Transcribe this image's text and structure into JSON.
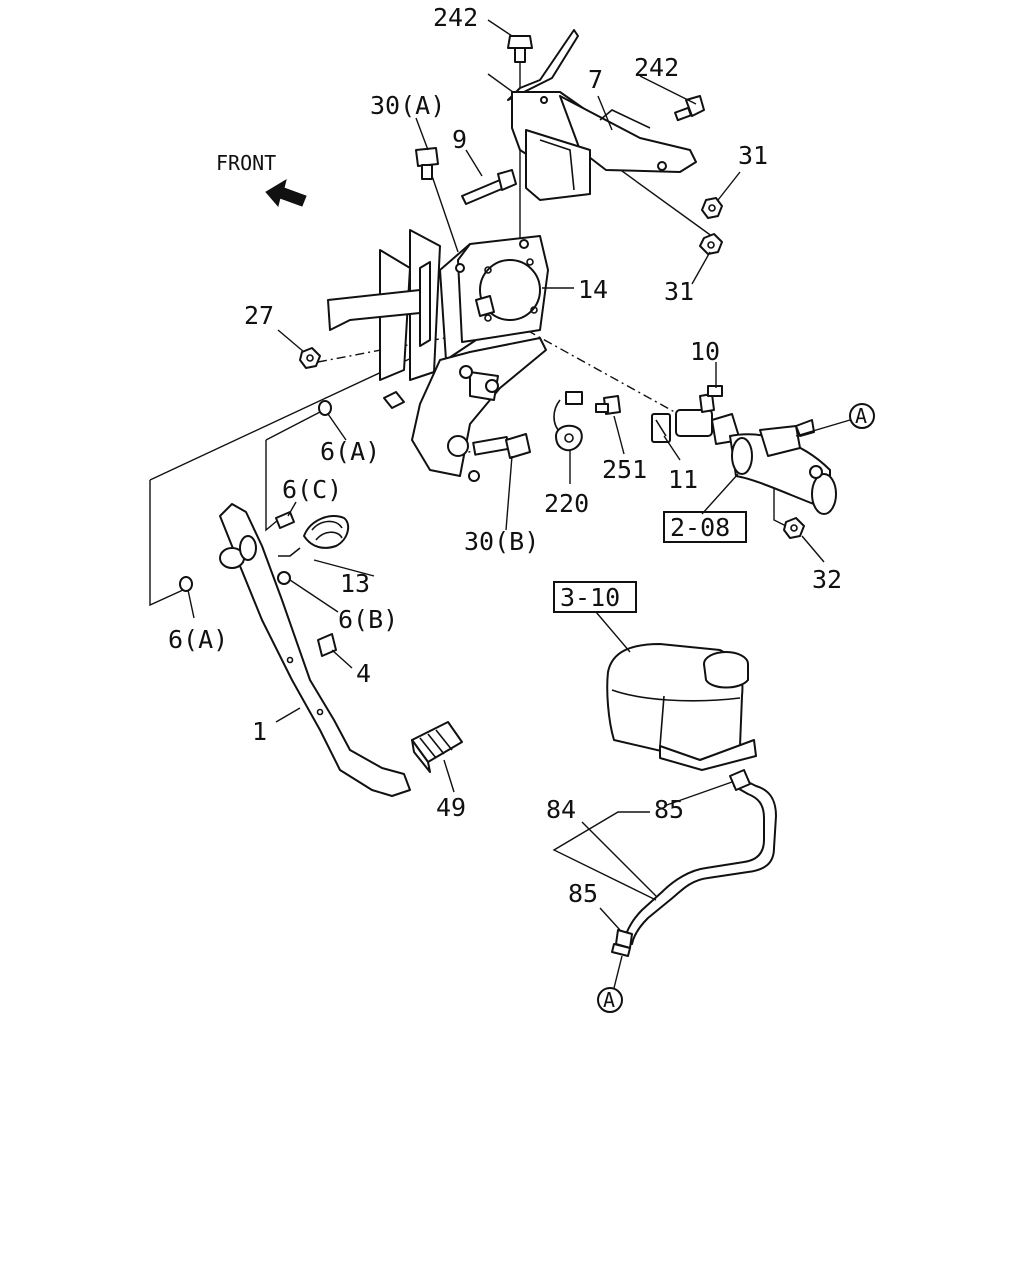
{
  "header": {
    "front_label": "FRONT"
  },
  "callouts": {
    "c242_top": "242",
    "c242_right": "242",
    "c7": "7",
    "c30a": "30(A)",
    "c9": "9",
    "c31_upper": "31",
    "c31_lower": "31",
    "c14": "14",
    "c27": "27",
    "c10": "10",
    "c6a_upper": "6(A)",
    "c6c": "6(C)",
    "c13": "13",
    "c6b": "6(B)",
    "c6a_lower": "6(A)",
    "c4": "4",
    "c1": "1",
    "c49": "49",
    "c30b": "30(B)",
    "c220": "220",
    "c251": "251",
    "c11": "11",
    "c32": "32",
    "c84": "84",
    "c85_upper": "85",
    "c85_lower": "85",
    "ref_a_upper": "A",
    "ref_a_lower": "A"
  },
  "references": {
    "ref_208": "2-08",
    "ref_310": "3-10"
  },
  "colors": {
    "line": "#111111",
    "background": "#ffffff"
  }
}
